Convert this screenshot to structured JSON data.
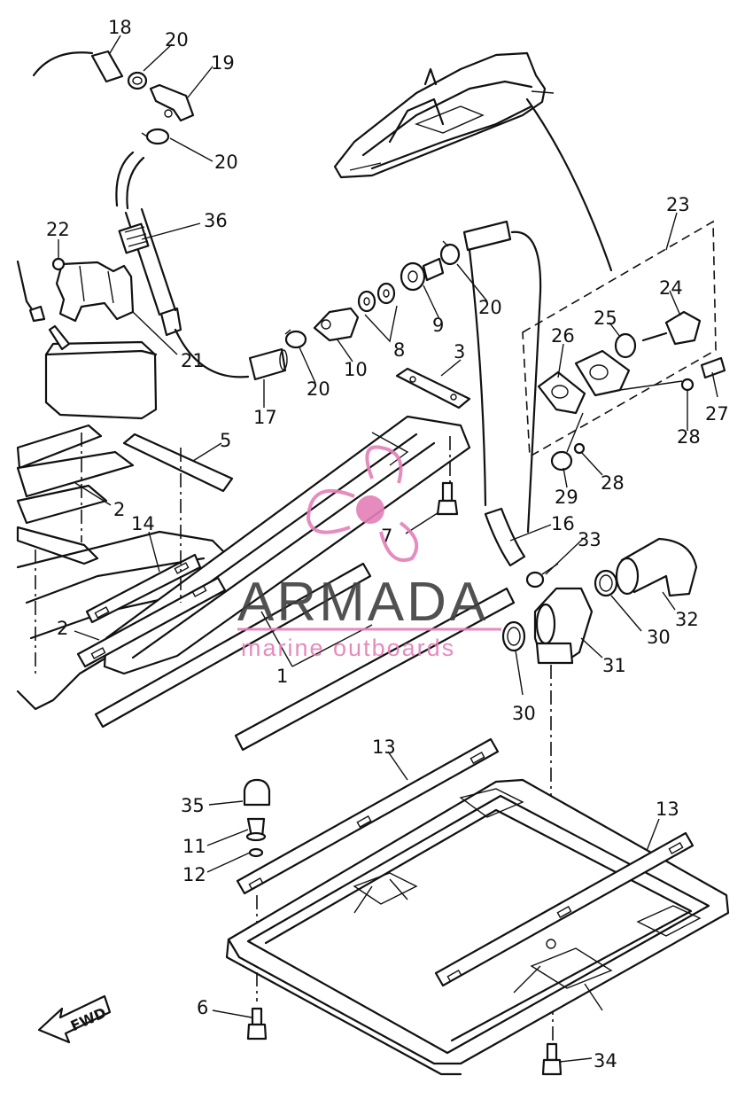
{
  "watermark": {
    "brand": "ARMADA",
    "tagline": "marine outboards",
    "brand_color": "#3f3f3f",
    "accent_color": "#e47fb8"
  },
  "direction_label": "FWD",
  "callouts": {
    "c1": "1",
    "c2a": "2",
    "c2b": "2",
    "c3": "3",
    "c5": "5",
    "c6": "6",
    "c7": "7",
    "c8": "8",
    "c9": "9",
    "c10": "10",
    "c11": "11",
    "c12": "12",
    "c13a": "13",
    "c13b": "13",
    "c14": "14",
    "c16": "16",
    "c17": "17",
    "c18": "18",
    "c19": "19",
    "c20a": "20",
    "c20b": "20",
    "c20c": "20",
    "c20d": "20",
    "c21": "21",
    "c22": "22",
    "c23": "23",
    "c24": "24",
    "c25": "25",
    "c26": "26",
    "c27": "27",
    "c28a": "28",
    "c28b": "28",
    "c29": "29",
    "c30a": "30",
    "c30b": "30",
    "c31": "31",
    "c32": "32",
    "c33": "33",
    "c34": "34",
    "c35": "35",
    "c36": "36"
  }
}
